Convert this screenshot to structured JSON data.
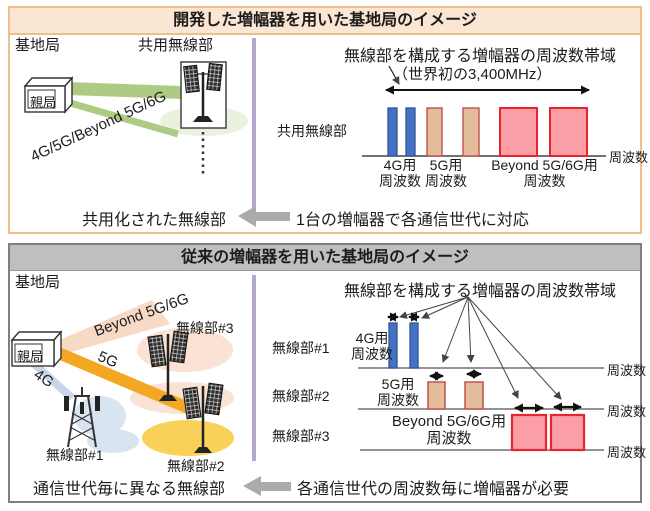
{
  "top_panel": {
    "title": "開発した増幅器を用いた基地局のイメージ",
    "station_label": "基地局",
    "shared_radio_label": "共用無線部",
    "parent_station_label": "親局",
    "beam_label": "4G/5G/Beyond 5G/6G",
    "chart": {
      "title": "無線部を構成する増幅器の周波数帯域",
      "subtitle": "（世界初の3,400MHz）",
      "axis_label": "周波数",
      "bands": [
        {
          "line1": "4G用",
          "line2": "周波数"
        },
        {
          "line1": "5G用",
          "line2": "周波数"
        },
        {
          "line1": "Beyond 5G/6G用",
          "line2": "周波数"
        }
      ]
    },
    "caption_left": "共用化された無線部",
    "caption_right": "1台の増幅器で各通信世代に対応"
  },
  "bottom_panel": {
    "title": "従来の増幅器を用いた基地局のイメージ",
    "station_label": "基地局",
    "parent_station_label": "親局",
    "beams": [
      {
        "label": "Beyond 5G/6G"
      },
      {
        "label": "5G"
      },
      {
        "label": "4G"
      }
    ],
    "units": [
      {
        "label": "無線部#1"
      },
      {
        "label": "無線部#2"
      },
      {
        "label": "無線部#3"
      }
    ],
    "chart": {
      "title": "無線部を構成する増幅器の周波数帯域",
      "axis_label": "周波数",
      "rows": [
        {
          "band_line1": "4G用",
          "band_line2": "周波数"
        },
        {
          "band_line1": "5G用",
          "band_line2": "周波数"
        },
        {
          "band_line1": "Beyond 5G/6G用",
          "band_line2": "周波数"
        }
      ]
    },
    "caption_left": "通信世代毎に異なる無線部",
    "caption_right": "各通信世代の周波数毎に増幅器が必要"
  },
  "colors": {
    "top_border": "#F0BE8C",
    "top_header_bg": "#FBE5D3",
    "bottom_border": "#7F7F7F",
    "bottom_header_bg": "#BFBFBF",
    "divider_purple": "#B5A6CD",
    "beam_green": "#AECB86",
    "beam_orange": "#F4A722",
    "beam_peach": "#F7DAC6",
    "beam_blue": "#C9D5E9",
    "ellipse_green": "#EAF1DF",
    "ellipse_peach": "#FAE3D4",
    "ellipse_blue": "#D9E4F1",
    "ellipse_yellow": "#F8CD4B",
    "bar_4g_fill": "#4472C4",
    "bar_4g_border": "#2E5596",
    "bar_5g_fill": "#E3BD9A",
    "bar_5g_border": "#C0504D",
    "bar_beyond_fill": "#FB9EA5",
    "bar_beyond_border": "#E8242F",
    "caption_arrow_gray": "#ABABAB"
  }
}
